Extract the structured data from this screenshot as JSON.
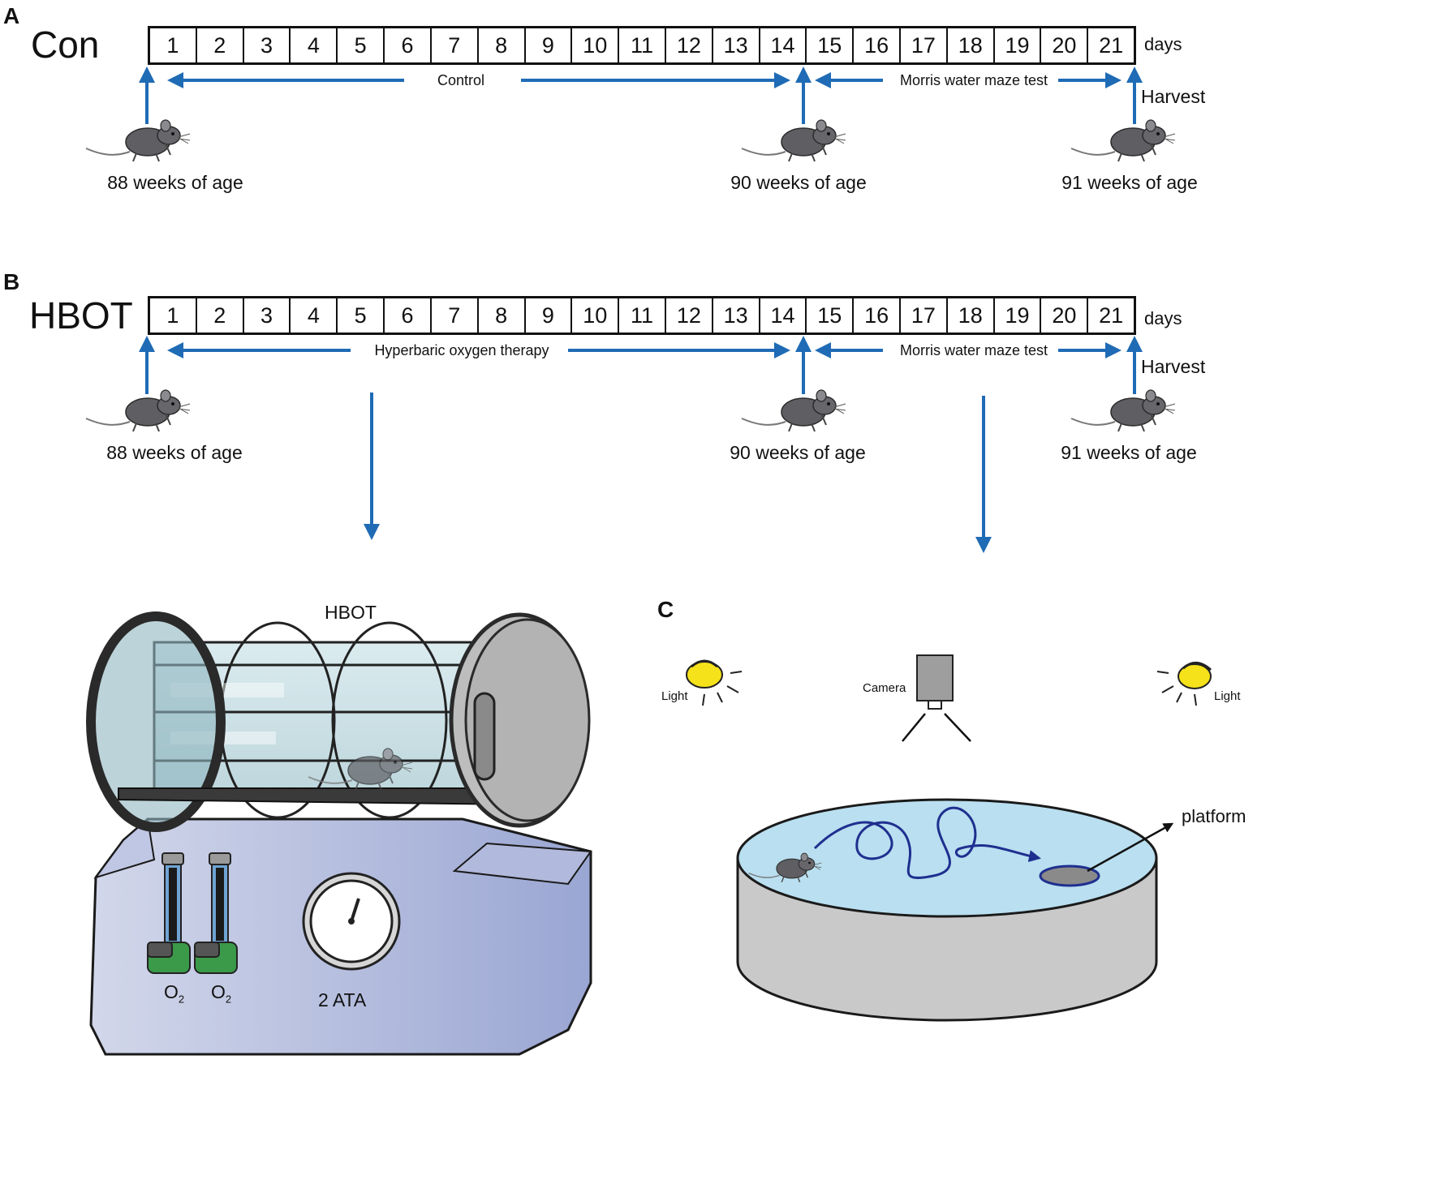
{
  "panel_a": {
    "letter": "A",
    "group": "Con",
    "days": [
      "1",
      "2",
      "3",
      "4",
      "5",
      "6",
      "7",
      "8",
      "9",
      "10",
      "11",
      "12",
      "13",
      "14",
      "15",
      "16",
      "17",
      "18",
      "19",
      "20",
      "21"
    ],
    "days_unit": "days",
    "phase1": "Control",
    "phase2": "Morris water maze test",
    "endpoint": "Harvest",
    "ages": [
      "88 weeks of age",
      "90 weeks of age",
      "91 weeks of age"
    ]
  },
  "panel_b": {
    "letter": "B",
    "group": "HBOT",
    "days": [
      "1",
      "2",
      "3",
      "4",
      "5",
      "6",
      "7",
      "8",
      "9",
      "10",
      "11",
      "12",
      "13",
      "14",
      "15",
      "16",
      "17",
      "18",
      "19",
      "20",
      "21"
    ],
    "days_unit": "days",
    "phase1": "Hyperbaric oxygen therapy",
    "phase2": "Morris water maze test",
    "endpoint": "Harvest",
    "ages": [
      "88 weeks of age",
      "90 weeks of age",
      "91 weeks of age"
    ]
  },
  "chamber": {
    "title": "HBOT",
    "gas_label": "O",
    "gas_subscript": "2",
    "pressure": "2 ATA"
  },
  "panel_c": {
    "letter": "C",
    "light_left": "Light",
    "light_right": "Light",
    "camera": "Camera",
    "platform": "platform"
  },
  "colors": {
    "arrow_blue": "#1f6bb5",
    "water": "#b9dff0",
    "pool_wall": "#c9c9c9",
    "chamber_base": "#a9b4d8",
    "swim_path": "#1f2f8f",
    "lamp_yellow": "#f5e21a"
  }
}
